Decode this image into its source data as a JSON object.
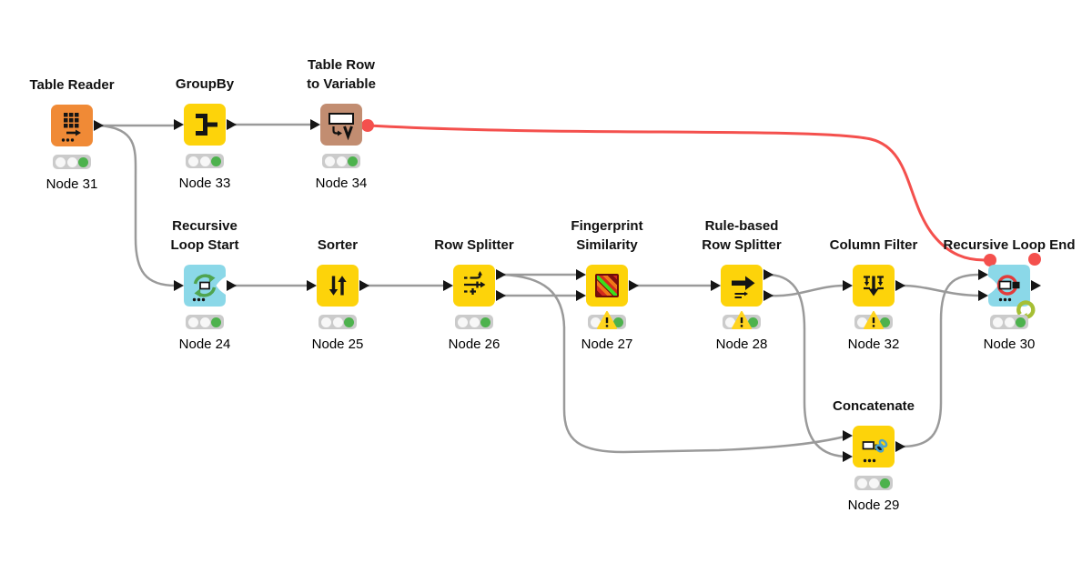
{
  "app": "KNIME workflow canvas",
  "colors": {
    "node_yellow": "#FDD30A",
    "node_orange": "#F08A36",
    "node_tan": "#C28D71",
    "node_blue": "#8BD8E8",
    "wire_gray": "#9A9A9A",
    "flow_variable_red": "#F4504D",
    "status_green": "#4DB24D",
    "warning_yellow": "#FFD41F",
    "loop_arrow_green": "#A6BF35",
    "icon_green": "#4FA44F",
    "chain_blue": "#4AA3CF",
    "glyph_black": "#151515"
  },
  "nodes": [
    {
      "title": "Table Reader",
      "label": "Node 31",
      "icon": "table-reader-icon",
      "status": "executed"
    },
    {
      "title": "GroupBy",
      "label": "Node 33",
      "icon": "groupby-icon",
      "status": "executed"
    },
    {
      "title": "Table Row\nto Variable",
      "label": "Node 34",
      "icon": "table-row-to-variable-icon",
      "status": "executed"
    },
    {
      "title": "Recursive\nLoop Start",
      "label": "Node 24",
      "icon": "recursive-loop-start-icon",
      "status": "executed"
    },
    {
      "title": "Sorter",
      "label": "Node 25",
      "icon": "sorter-icon",
      "status": "executed"
    },
    {
      "title": "Row Splitter",
      "label": "Node 26",
      "icon": "row-splitter-icon",
      "status": "executed"
    },
    {
      "title": "Fingerprint\nSimilarity",
      "label": "Node 27",
      "icon": "fingerprint-similarity-icon",
      "status": "warning"
    },
    {
      "title": "Rule-based\nRow Splitter",
      "label": "Node 28",
      "icon": "rule-based-row-splitter-icon",
      "status": "warning"
    },
    {
      "title": "Column Filter",
      "label": "Node 32",
      "icon": "column-filter-icon",
      "status": "warning"
    },
    {
      "title": "Recursive Loop End",
      "label": "Node 30",
      "icon": "recursive-loop-end-icon",
      "status": "executed"
    },
    {
      "title": "Concatenate",
      "label": "Node 29",
      "icon": "concatenate-icon",
      "status": "executed"
    }
  ],
  "connections": [
    {
      "from": "Node 31",
      "to": "Node 33",
      "type": "data"
    },
    {
      "from": "Node 31",
      "to": "Node 24",
      "type": "data"
    },
    {
      "from": "Node 33",
      "to": "Node 34",
      "type": "data"
    },
    {
      "from": "Node 34",
      "to": "Node 30",
      "type": "flow-variable"
    },
    {
      "from": "Node 24",
      "to": "Node 25",
      "type": "data"
    },
    {
      "from": "Node 25",
      "to": "Node 26",
      "type": "data"
    },
    {
      "from": "Node 26",
      "to": "Node 27",
      "type": "data",
      "from_port": 1,
      "to_port": 1
    },
    {
      "from": "Node 26",
      "to": "Node 27",
      "type": "data",
      "from_port": 2,
      "to_port": 2
    },
    {
      "from": "Node 26",
      "to": "Node 29",
      "type": "data",
      "from_port": 1,
      "to_port": 1
    },
    {
      "from": "Node 27",
      "to": "Node 28",
      "type": "data"
    },
    {
      "from": "Node 28",
      "to": "Node 29",
      "type": "data",
      "from_port": 1,
      "to_port": 2
    },
    {
      "from": "Node 28",
      "to": "Node 32",
      "type": "data",
      "from_port": 2,
      "to_port": 1
    },
    {
      "from": "Node 32",
      "to": "Node 30",
      "type": "data",
      "to_port": 2
    },
    {
      "from": "Node 29",
      "to": "Node 30",
      "type": "data",
      "to_port": 1
    }
  ]
}
